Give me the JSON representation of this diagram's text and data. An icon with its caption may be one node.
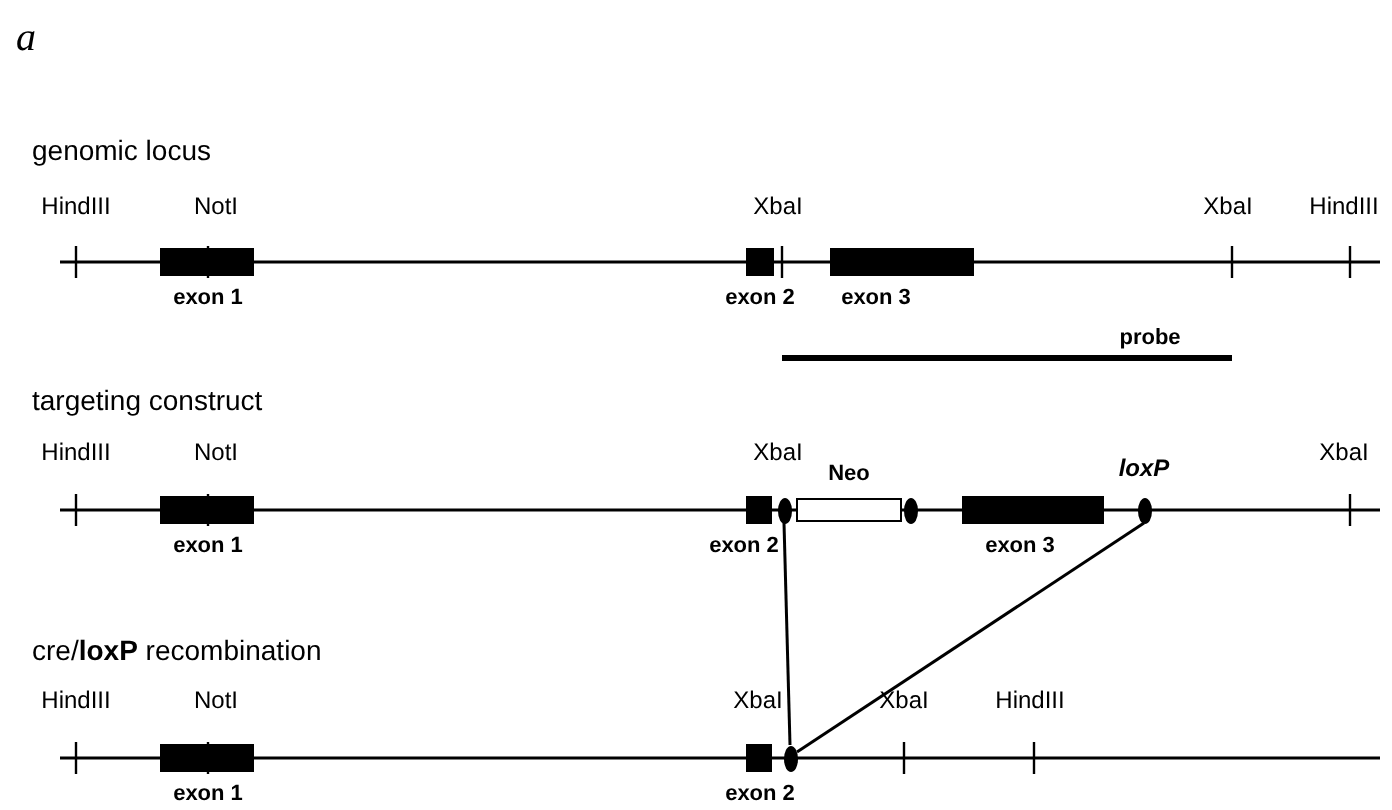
{
  "diagram": {
    "nodes": [
      {
        "text": [],
        "shape": "ellipse"
      },
      {
        "text": [
          "Neo"
        ]
      },
      {
        "text": [],
        "shape": "ellipse"
      },
      {
        "text": [
          "loxP"
        ]
      },
      {
        "text": [],
        "shape": "ellipse"
      }
    ],
    "edges": [
      {
        "from": 0,
        "to": 4,
        "arrow": "none"
      },
      {
        "from": 3,
        "to": 4,
        "arrow": "none"
      }
    ],
    "labels": [
      "a",
      "genomic locus",
      "HindIII",
      "NotI",
      "XbaI",
      "XbaI",
      "HindIII",
      "exon 1",
      "exon 2",
      "exon 3",
      "probe",
      "targeting construct",
      "HindIII",
      "NotI",
      "XbaI",
      "XbaI",
      "exon 1",
      "exon 2",
      "exon 3",
      "cre/**loxP** recombination",
      "HindIII",
      "NotI",
      "XbaI",
      "XbaI",
      "HindIII",
      "exon 1",
      "exon 2"
    ]
  }
}
